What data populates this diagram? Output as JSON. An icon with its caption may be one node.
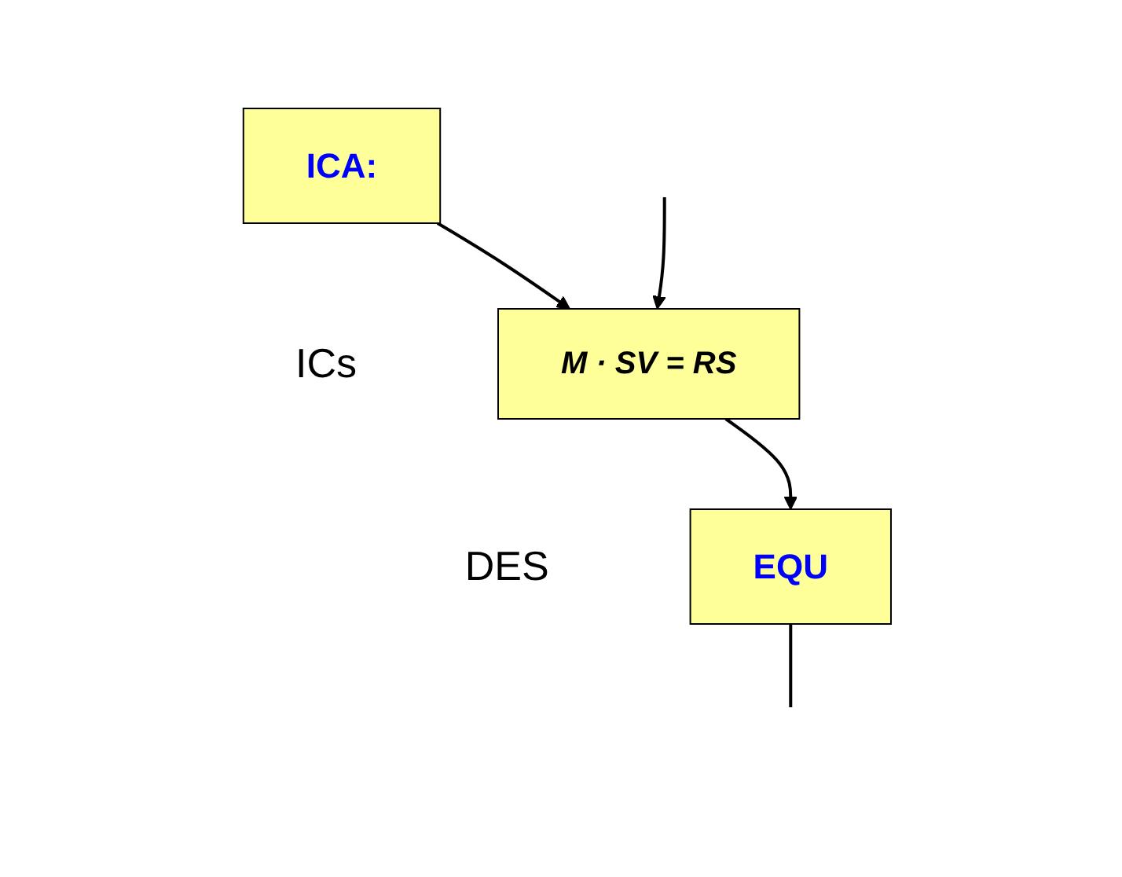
{
  "diagram": {
    "nodes": [
      {
        "text": [
          "ICA:"
        ],
        "beside": [
          "ICs"
        ]
      },
      {
        "text": [
          "M · SV = RS"
        ],
        "beside": [
          "DES"
        ]
      },
      {
        "text": [
          "EQU"
        ]
      }
    ],
    "edges": [
      {
        "from": 0,
        "to": 1,
        "arrow": "to"
      },
      {
        "from": 1,
        "to": 2,
        "arrow": "to"
      },
      {
        "from": 2,
        "to": null,
        "arrow": "none"
      },
      {
        "from": null,
        "to": 1,
        "arrow": "to"
      }
    ]
  }
}
